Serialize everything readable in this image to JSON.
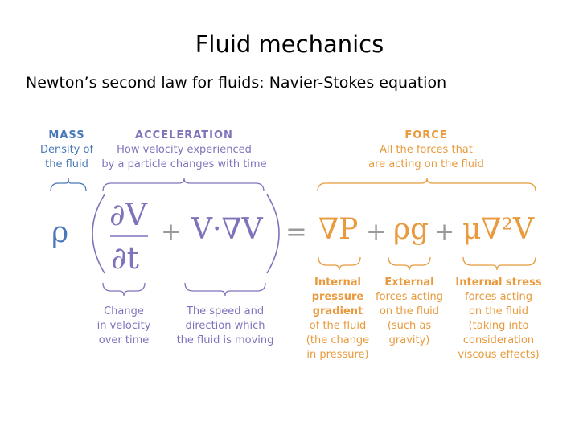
{
  "title": "Fluid mechanics",
  "subtitle": "Newton’s second law for fluids: Navier-Stokes equation",
  "colors": {
    "mass": "#4a78b8",
    "acceleration": "#7e74bb",
    "force": "#e89a3c",
    "operator": "#9a9a9a"
  },
  "labels": {
    "mass": {
      "header": "MASS",
      "line1": "Density of",
      "line2": "the fluid"
    },
    "acceleration": {
      "header": "ACCELERATION",
      "line1": "How velocity experienced",
      "line2": "by a particle changes with time"
    },
    "force": {
      "header": "FORCE",
      "line1": "All the forces that",
      "line2": "are acting on the fluid"
    },
    "change_velocity": {
      "line1": "Change",
      "line2": "in velocity",
      "line3": "over time"
    },
    "speed_direction": {
      "line1": "The speed and",
      "line2": "direction which",
      "line3": "the fluid is moving"
    },
    "pressure_gradient": {
      "line1": "Internal",
      "line2": "pressure",
      "line3": "gradient",
      "line4": "of the fluid",
      "line5": "(the change",
      "line6": "in pressure)"
    },
    "external_forces": {
      "line1": "External",
      "line2": "forces acting",
      "line3": "on the fluid",
      "line4": "(such as",
      "line5": "gravity)"
    },
    "internal_stress": {
      "line1": "Internal stress",
      "line2": "forces acting",
      "line3": "on the fluid",
      "line4": "(taking into",
      "line5": "consideration",
      "line6": "viscous effects)"
    }
  },
  "equation": {
    "rho": "ρ",
    "partial_v": "∂V",
    "partial_t": "∂t",
    "plus": "+",
    "convective": "V·∇V",
    "equals": "=",
    "grad_p": "∇P",
    "rho_g": "ρg",
    "mu_laplacian": "μ∇²V"
  }
}
